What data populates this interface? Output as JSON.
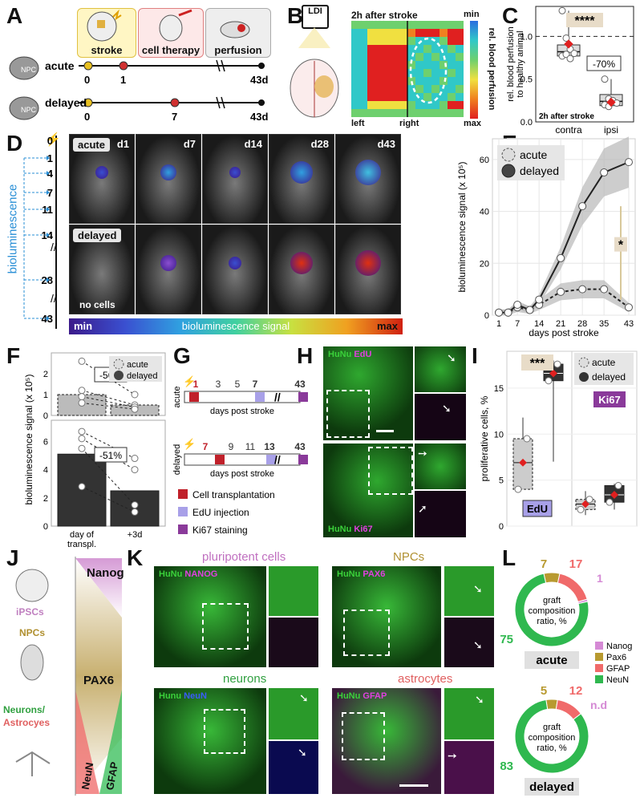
{
  "panels": [
    "A",
    "B",
    "C",
    "D",
    "E",
    "F",
    "G",
    "H",
    "I",
    "J",
    "K",
    "L"
  ],
  "A": {
    "steps": [
      "stroke",
      "cell therapy",
      "perfusion"
    ],
    "groups": [
      {
        "name": "acute",
        "labels": [
          "0",
          "1",
          "43d"
        ],
        "mouse": "NPC"
      },
      {
        "name": "delayed",
        "labels": [
          "0",
          "7",
          "43d"
        ],
        "mouse": "NPC"
      }
    ]
  },
  "B": {
    "device": "LDI",
    "heatmap_title": "2h after stroke",
    "scale_min": "min",
    "scale_max": "max",
    "scale_label": "rel. blood perfusion",
    "left": "left",
    "right": "right"
  },
  "C": {
    "ylabel": "rel. blood perfusion to healthy animal",
    "categories": [
      "contra",
      "ipsi"
    ],
    "sig": "****",
    "change": "-70%",
    "note": "2h after stroke",
    "ticks": [
      "0.0",
      "0.5",
      "1.0"
    ]
  },
  "D": {
    "timepoints": [
      "0",
      "1",
      "4",
      "7",
      "11",
      "14",
      "28",
      "43"
    ],
    "side_label": "bioluminescence",
    "rows": [
      {
        "name": "acute",
        "days": [
          "d1",
          "d7",
          "d14",
          "d28",
          "d43"
        ]
      },
      {
        "name": "delayed",
        "days": []
      }
    ],
    "no_cells": "no cells",
    "bar_min": "min",
    "bar_label": "bioluminescence signal",
    "bar_max": "max"
  },
  "chart_data": [
    {
      "panel": "C",
      "type": "box",
      "categories": [
        "contra",
        "ipsi"
      ],
      "ylim": [
        0,
        1.35
      ],
      "medians": [
        0.82,
        0.24
      ],
      "means": [
        0.91,
        0.23
      ],
      "points": [
        [
          1.3,
          0.98,
          0.85,
          0.8,
          0.77,
          0.79,
          0.74
        ],
        [
          0.5,
          0.27,
          0.25,
          0.22,
          0.2,
          0.18
        ]
      ]
    },
    {
      "panel": "E",
      "type": "line",
      "title": "",
      "xlabel": "days post stroke",
      "ylabel": "bioluminescence signal (x 10⁵)",
      "x": [
        1,
        7,
        14,
        21,
        28,
        35,
        43
      ],
      "x_ticks": [
        "1",
        "7",
        "14",
        "21",
        "28",
        "35",
        "43"
      ],
      "x_positions": [
        1,
        4,
        7,
        11,
        14,
        21,
        28,
        35,
        43
      ],
      "ylim": [
        0,
        68
      ],
      "y_ticks": [
        "0",
        "20",
        "40",
        "60"
      ],
      "series": [
        {
          "name": "acute",
          "x": [
            1,
            4,
            7,
            11,
            14,
            21,
            28,
            35,
            43
          ],
          "values": [
            1,
            1,
            3,
            2,
            4,
            9,
            10,
            10,
            3
          ]
        },
        {
          "name": "delayed",
          "x": [
            1,
            4,
            7,
            11,
            14,
            21,
            28,
            35,
            43
          ],
          "values": [
            1,
            1,
            4,
            2,
            6,
            22,
            42,
            55,
            59
          ]
        }
      ],
      "sig": "*"
    },
    {
      "panel": "F",
      "type": "bar",
      "ylabel": "bioluminescence signal (x 10⁵)",
      "categories": [
        "day of transpl.",
        "+3d"
      ],
      "series": [
        {
          "name": "acute",
          "values": [
            1.0,
            0.5
          ],
          "change": "-56%"
        },
        {
          "name": "delayed",
          "values": [
            5.1,
            2.5
          ],
          "change": "-51%"
        }
      ]
    },
    {
      "panel": "I",
      "type": "box",
      "ylabel": "proliferative cells, %",
      "groups": [
        "EdU",
        "Ki67"
      ],
      "legend": [
        "acute",
        "delayed"
      ],
      "ylim": [
        0,
        19
      ],
      "y_ticks": [
        "0",
        "5",
        "10",
        "15"
      ],
      "sig": "***",
      "values": {
        "EdU": {
          "acute": 6.9,
          "delayed": 16.6
        },
        "Ki67": {
          "acute": 2.4,
          "delayed": 3.4
        }
      }
    },
    {
      "panel": "L",
      "type": "pie",
      "title": "graft composition ratio, %",
      "categories": [
        "Nanog",
        "Pax6",
        "GFAP",
        "NeuN"
      ],
      "colors": [
        "#d58ad5",
        "#b89a30",
        "#f06a6a",
        "#2fb84f"
      ],
      "series": [
        {
          "name": "acute",
          "values": [
            1,
            7,
            17,
            75
          ]
        },
        {
          "name": "delayed",
          "values": [
            0,
            5,
            12,
            83
          ],
          "nd": "n.d"
        }
      ]
    }
  ],
  "G": {
    "rows": [
      {
        "name": "acute",
        "ticks": [
          "1",
          "3",
          "5",
          "7",
          "43"
        ]
      },
      {
        "name": "delayed",
        "ticks": [
          "7",
          "9",
          "11",
          "13",
          "43"
        ]
      }
    ],
    "xlabel": "days post stroke",
    "legend": [
      "Cell transplantation",
      "EdU injection",
      "Ki67 staining"
    ]
  },
  "H": {
    "top": [
      "HuNu",
      "EdU"
    ],
    "bottom": [
      "HuNu",
      "Ki67"
    ]
  },
  "J": {
    "cells": [
      "iPSCs",
      "NPCs",
      "Neurons/",
      "Astrocyes"
    ],
    "markers": [
      "Nanog",
      "PAX6",
      "NeuN",
      "GFAP"
    ]
  },
  "K": {
    "panels": [
      {
        "title": "pluripotent cells",
        "stains": [
          "HuNu",
          "NANOG"
        ]
      },
      {
        "title": "NPCs",
        "stains": [
          "HuNu",
          "PAX6"
        ]
      },
      {
        "title": "neurons",
        "stains": [
          "Hunu",
          "NeuN"
        ]
      },
      {
        "title": "astrocytes",
        "stains": [
          "HuNu",
          "GFAP"
        ]
      }
    ]
  },
  "L": {
    "acute": "acute",
    "delayed": "delayed",
    "center": [
      "graft",
      "composition",
      "ratio, %"
    ]
  }
}
